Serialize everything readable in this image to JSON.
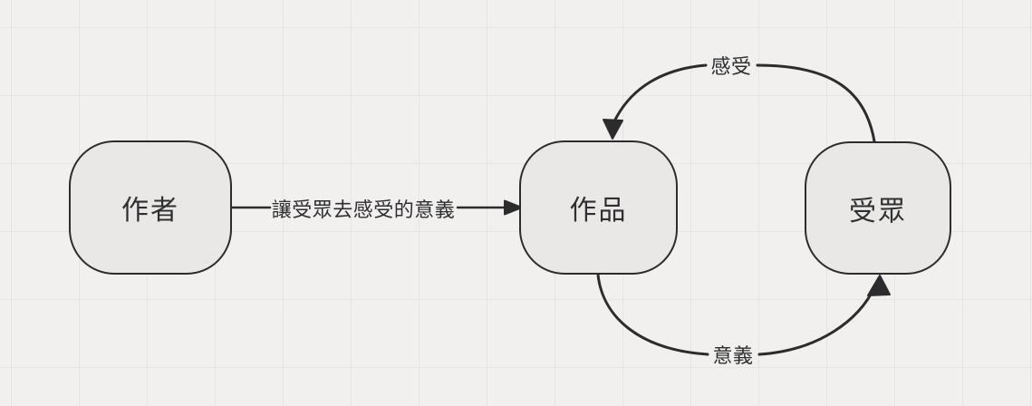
{
  "diagram": {
    "nodes": [
      {
        "id": "author",
        "label": "作者"
      },
      {
        "id": "work",
        "label": "作品"
      },
      {
        "id": "audience",
        "label": "受眾"
      }
    ],
    "edges": [
      {
        "id": "author-to-work",
        "from": "author",
        "to": "work",
        "label": "讓受眾去感受的意義",
        "style": "straight-arrow"
      },
      {
        "id": "audience-to-work",
        "from": "audience",
        "to": "work",
        "label": "感受",
        "style": "curved-arrow-top"
      },
      {
        "id": "work-to-audience",
        "from": "work",
        "to": "audience",
        "label": "意義",
        "style": "curved-arrow-bottom"
      }
    ],
    "colors": {
      "background": "#f1f0ef",
      "grid_line": "#e5e4e3",
      "node_fill": "#e9e8e7",
      "stroke": "#2c2c2e",
      "text": "#2f2f31"
    }
  }
}
